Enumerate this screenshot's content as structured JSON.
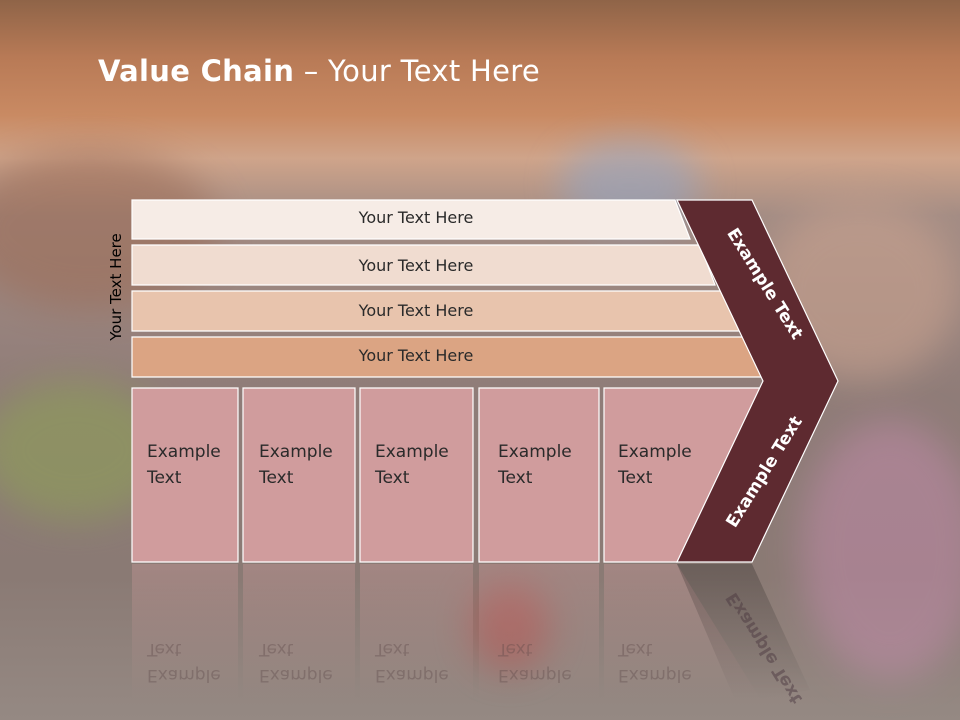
{
  "title": {
    "bold": "Value Chain",
    "rest": " – Your Text Here"
  },
  "vertical_label": "Your Text Here",
  "bars": [
    {
      "label": "Your Text Here"
    },
    {
      "label": "Your Text Here"
    },
    {
      "label": "Your Text Here"
    },
    {
      "label": "Your Text Here"
    }
  ],
  "boxes": [
    {
      "line1": "Example",
      "line2": "Text"
    },
    {
      "line1": "Example",
      "line2": "Text"
    },
    {
      "line1": "Example",
      "line2": "Text"
    },
    {
      "line1": "Example",
      "line2": "Text"
    },
    {
      "line1": "Example",
      "line2": "Text"
    }
  ],
  "chevron": {
    "upper": "Example Text",
    "lower": "Example Text"
  },
  "colors": {
    "bar1": "#f6ece6",
    "bar2": "#f0dcd0",
    "bar3": "#e8c4ad",
    "bar4": "#dba483",
    "box": "#d09c9d",
    "chevron": "#5e2a30"
  }
}
